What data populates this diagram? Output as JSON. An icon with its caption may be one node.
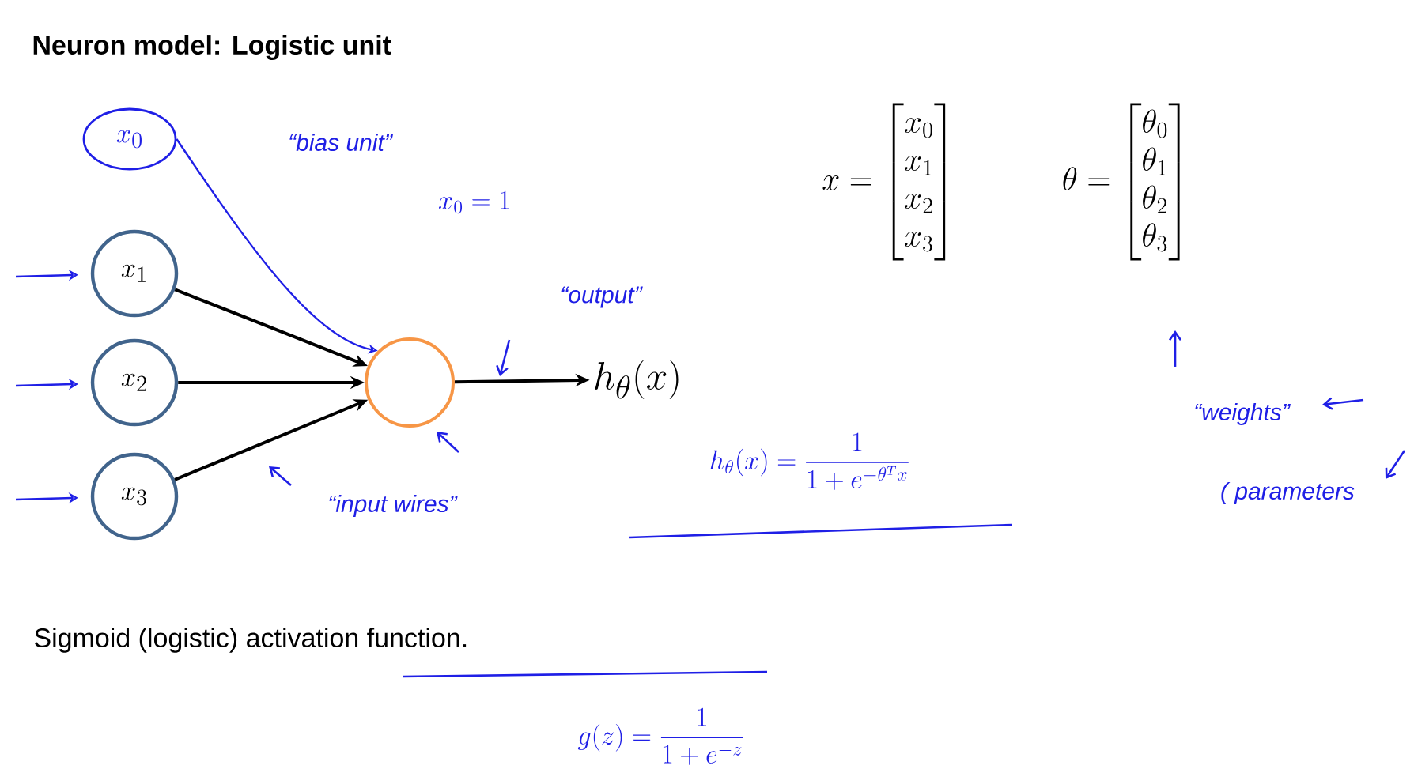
{
  "diagram": {
    "title": "Neuron model: Logistic unit",
    "nodes": [
      {
        "text": [
          "x_0"
        ]
      },
      {
        "text": [
          "x_1"
        ]
      },
      {
        "text": [
          "x_2"
        ]
      },
      {
        "text": [
          "x_3"
        ]
      },
      {
        "text": [],
        "shape": "circle"
      },
      {
        "text": [
          "h_\\theta(x)"
        ]
      }
    ],
    "edges": [
      {
        "from": 0,
        "to": 4,
        "arrow": "to",
        "color": "#1f1fe6"
      },
      {
        "from": 1,
        "to": 4,
        "arrow": "to",
        "color": "#000000"
      },
      {
        "from": 2,
        "to": 4,
        "arrow": "to",
        "color": "#000000"
      },
      {
        "from": 3,
        "to": 4,
        "arrow": "to",
        "color": "#000000"
      },
      {
        "from": 4,
        "to": 5,
        "arrow": "to",
        "color": "#000000"
      },
      {
        "from": null,
        "to": 1,
        "arrow": "to",
        "color": "#1f1fe6"
      },
      {
        "from": null,
        "to": 2,
        "arrow": "to",
        "color": "#1f1fe6"
      },
      {
        "from": null,
        "to": 3,
        "arrow": "to",
        "color": "#1f1fe6"
      }
    ],
    "labels": [
      "“bias unit”",
      "x_0=1",
      "“output”",
      "“input wires”",
      "x = \\begin{bmatrix} x_0 \\\\ x_1 \\\\ x_2 \\\\ x_3 \\end{bmatrix}",
      "\\theta = \\begin{bmatrix} \\theta_0 \\\\ \\theta_1 \\\\ \\theta_2 \\\\ \\theta_3 \\end{bmatrix}",
      "h_\\theta(x) = \\frac{1}{1+e^{-\\theta^T x}}",
      "“weights”",
      "( parameters",
      "Sigmoid (logistic) activation function.",
      "g(z) = \\frac{1}{1+e^{-z}}"
    ]
  }
}
